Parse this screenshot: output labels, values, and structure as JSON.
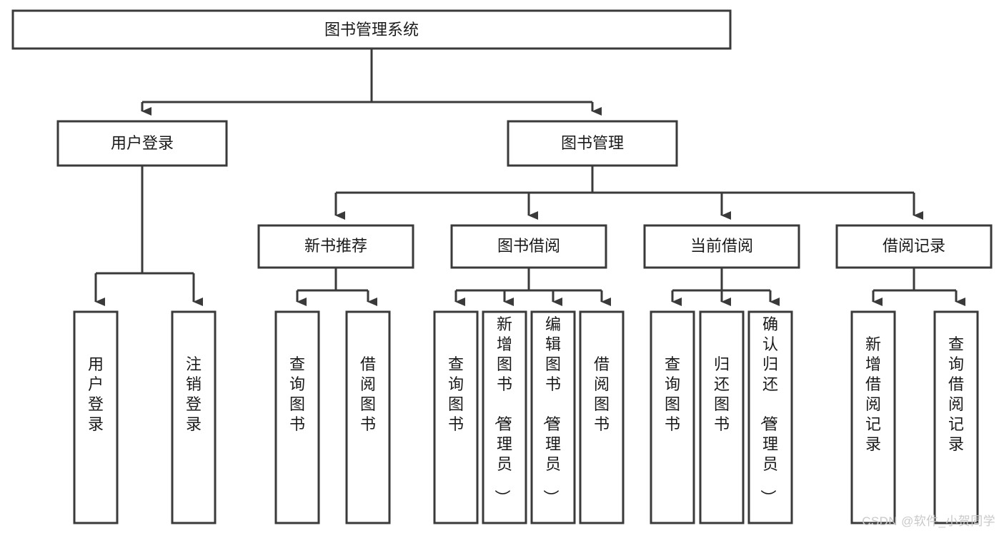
{
  "diagram": {
    "type": "tree",
    "title": "图书管理系统",
    "watermark": "CSDN @软件_小贺同学",
    "colors": {
      "box_stroke": "#3a3a3a",
      "box_fill": "#ffffff",
      "text": "#1a1a1a",
      "connector": "#3a3a3a",
      "background": "#ffffff",
      "watermark": "#c9c9c9"
    },
    "levels": {
      "root": {
        "label": "图书管理系统"
      },
      "level2": [
        {
          "id": "user-login",
          "label": "用户登录"
        },
        {
          "id": "book-management",
          "label": "图书管理"
        }
      ],
      "level3": [
        {
          "id": "new-book-recommend",
          "label": "新书推荐",
          "parent": "book-management"
        },
        {
          "id": "book-borrow",
          "label": "图书借阅",
          "parent": "book-management"
        },
        {
          "id": "current-borrow",
          "label": "当前借阅",
          "parent": "book-management"
        },
        {
          "id": "borrow-record",
          "label": "借阅记录",
          "parent": "book-management"
        }
      ],
      "leaves": [
        {
          "id": "leaf-user-login",
          "label": "用户登录",
          "parent": "user-login"
        },
        {
          "id": "leaf-logout-login",
          "label": "注销登录",
          "parent": "user-login"
        },
        {
          "id": "leaf-query-book-1",
          "label": "查询图书",
          "parent": "new-book-recommend"
        },
        {
          "id": "leaf-borrow-book-1",
          "label": "借阅图书",
          "parent": "new-book-recommend"
        },
        {
          "id": "leaf-query-book-2",
          "label": "查询图书",
          "parent": "book-borrow"
        },
        {
          "id": "leaf-add-book",
          "label": "新增图书（管理员）",
          "parent": "book-borrow"
        },
        {
          "id": "leaf-edit-book",
          "label": "编辑图书（管理员）",
          "parent": "book-borrow"
        },
        {
          "id": "leaf-borrow-book-2",
          "label": "借阅图书",
          "parent": "book-borrow"
        },
        {
          "id": "leaf-query-book-3",
          "label": "查询图书",
          "parent": "current-borrow"
        },
        {
          "id": "leaf-return-book",
          "label": "归还图书",
          "parent": "current-borrow"
        },
        {
          "id": "leaf-confirm-return",
          "label": "确认归还（管理员）",
          "parent": "current-borrow"
        },
        {
          "id": "leaf-add-record",
          "label": "新增借阅记录",
          "parent": "borrow-record"
        },
        {
          "id": "leaf-query-record",
          "label": "查询借阅记录",
          "parent": "borrow-record"
        }
      ]
    }
  }
}
